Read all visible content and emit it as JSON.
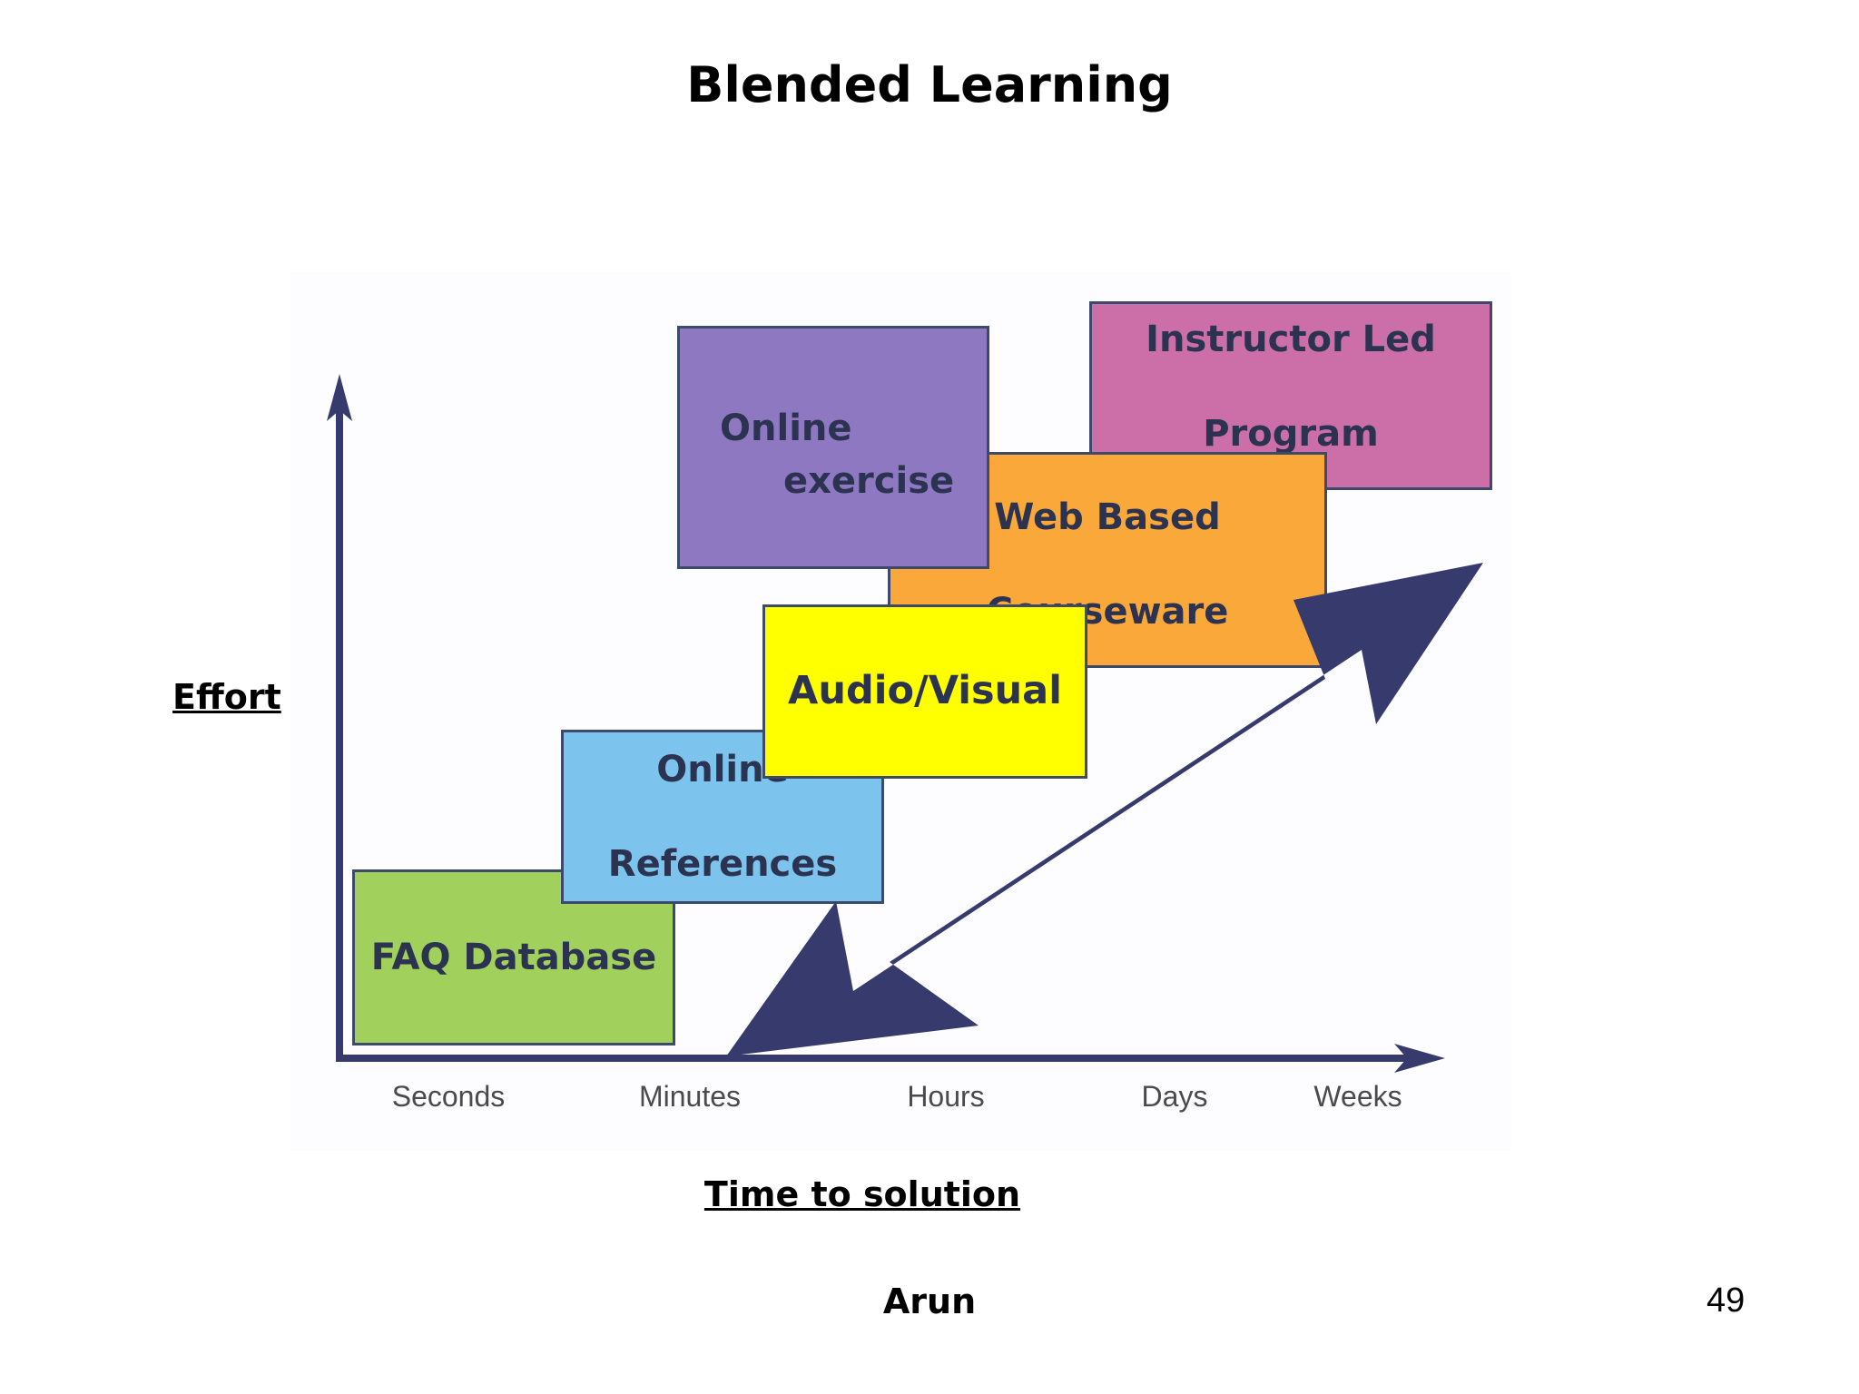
{
  "slide": {
    "title": "Blended Learning",
    "author": "Arun",
    "page_number": "49"
  },
  "diagram": {
    "y_axis_title": "Effort",
    "x_axis_title": "Time to solution",
    "x_ticks": [
      "Seconds",
      "Minutes",
      "Hours",
      "Days",
      "Weeks"
    ],
    "boxes": {
      "faq": {
        "label": "FAQ Database",
        "color": "#a2d05c"
      },
      "online_references": {
        "line1": "Online",
        "line2": "References",
        "color": "#7cc4ee"
      },
      "audio_visual": {
        "label": "Audio/Visual",
        "color": "#ffff00"
      },
      "web_based": {
        "line1": "Web Based",
        "line2": "Courseware",
        "color": "#fba83a"
      },
      "instructor_led": {
        "line1": "Instructor Led",
        "line2": "Program",
        "color": "#cc6fa8"
      },
      "online_exercise": {
        "line1": "Online",
        "line2": "exercise",
        "color": "#8e78c2"
      }
    },
    "axis_color": "#363a6c",
    "arrow_color": "#363a6c"
  }
}
